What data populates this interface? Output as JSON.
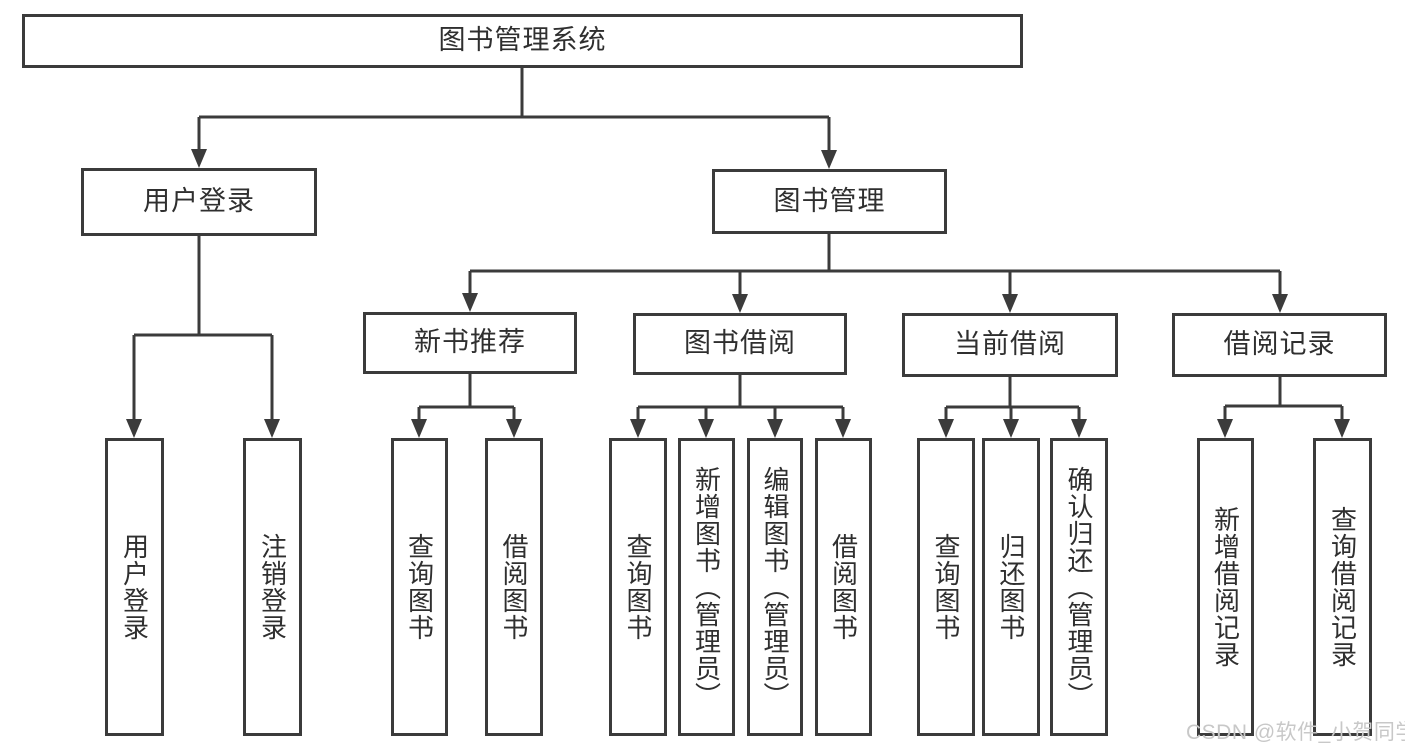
{
  "diagram": {
    "root_label": "图书管理系统",
    "level2": {
      "user_login": "用户登录",
      "book_management": "图书管理"
    },
    "level3": {
      "new_book": "新书推荐",
      "book_borrow": "图书借阅",
      "current_borrow": "当前借阅",
      "borrow_record": "借阅记录"
    },
    "leaves": {
      "user_login": "用户登录",
      "logout": "注销登录",
      "nb_query_book": "查询图书",
      "nb_borrow_book": "借阅图书",
      "bb_query_book": "查询图书",
      "bb_add_book": "新增图书（管理员）",
      "bb_edit_book": "编辑图书（管理员）",
      "bb_borrow_book": "借阅图书",
      "cb_query_book": "查询图书",
      "cb_return_book": "归还图书",
      "cb_confirm_return": "确认归还（管理员）",
      "br_add_record": "新增借阅记录",
      "br_query_record": "查询借阅记录"
    }
  },
  "watermark": "CSDN @软件_小贺同学",
  "colors": {
    "line": "#3b3b3b",
    "text": "#2f2f2f",
    "watermark": "#c8c8c8",
    "background": "#ffffff"
  }
}
